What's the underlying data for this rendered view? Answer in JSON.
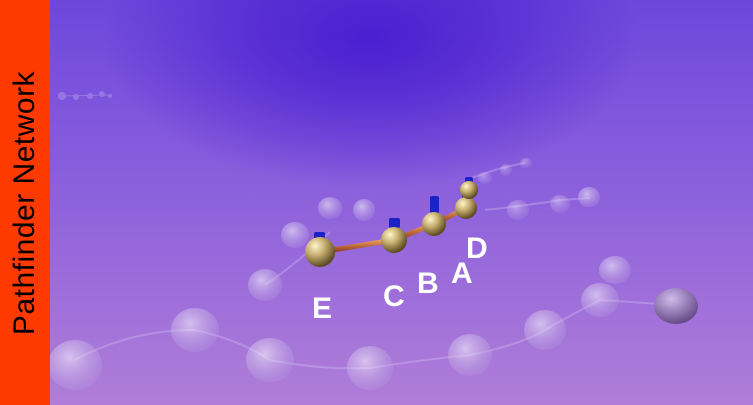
{
  "sidebar": {
    "title": "Pathfinder Network"
  },
  "nodes": {
    "A": "A",
    "B": "B",
    "C": "C",
    "D": "D",
    "E": "E"
  },
  "colors": {
    "sidebar": "#ff3a00",
    "background_top": "#4a1fd0",
    "background_bottom": "#b07ed8",
    "node_sphere": "#c8b070",
    "node_cap": "#1a22c8",
    "link": "#c06030"
  }
}
